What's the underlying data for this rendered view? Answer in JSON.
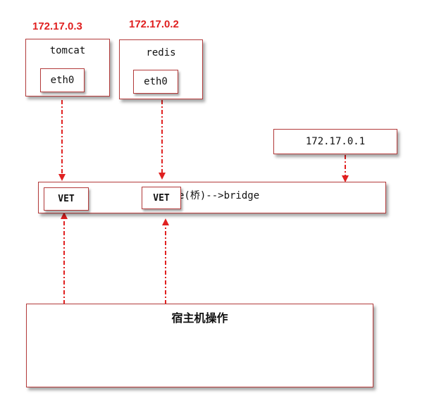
{
  "containers": {
    "tomcat": {
      "ip": "172.17.0.3",
      "name": "tomcat",
      "iface": "eth0"
    },
    "redis": {
      "ip": "172.17.0.2",
      "name": "redis",
      "iface": "eth0"
    }
  },
  "gateway": {
    "ip": "172.17.0.1"
  },
  "bridge": {
    "label": "e(桥)-->bridge",
    "vet_left": "VET",
    "vet_right": "VET"
  },
  "host": {
    "label": "宿主机操作"
  },
  "colors": {
    "arrow": "#e02020",
    "border": "#b33a3a",
    "ip_text": "#e02020"
  }
}
